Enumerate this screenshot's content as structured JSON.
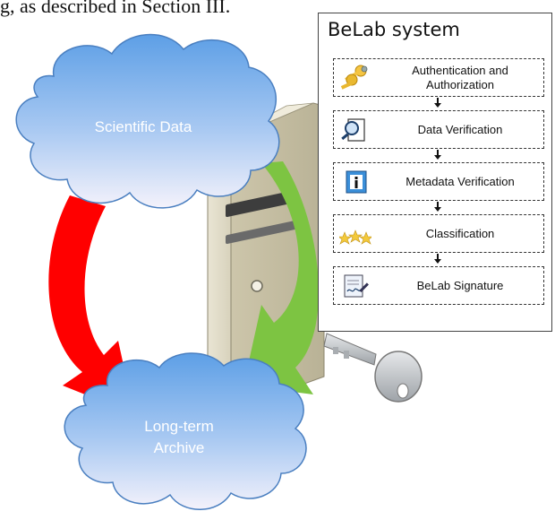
{
  "top_text": "g, as described in Section III.",
  "clouds": {
    "source": "Scientific Data",
    "target_line1": "Long-term",
    "target_line2": "Archive"
  },
  "system": {
    "title": "BeLab system",
    "steps": [
      {
        "label": "Authentication and Authorization",
        "line1": "Authentication and",
        "line2": "Authorization",
        "icon": "keys-icon"
      },
      {
        "label": "Data Verification",
        "icon": "magnifier-document-icon"
      },
      {
        "label": "Metadata Verification",
        "icon": "info-icon"
      },
      {
        "label": "Classification",
        "icon": "stars-icon"
      },
      {
        "label": "BeLab Signature",
        "icon": "signature-icon"
      }
    ]
  },
  "colors": {
    "cloud_fill_top": "#6aa7e8",
    "cloud_fill_bottom": "#f2f4fb",
    "red_arrow": "#ff0000",
    "green_arrow": "#7ec544"
  }
}
